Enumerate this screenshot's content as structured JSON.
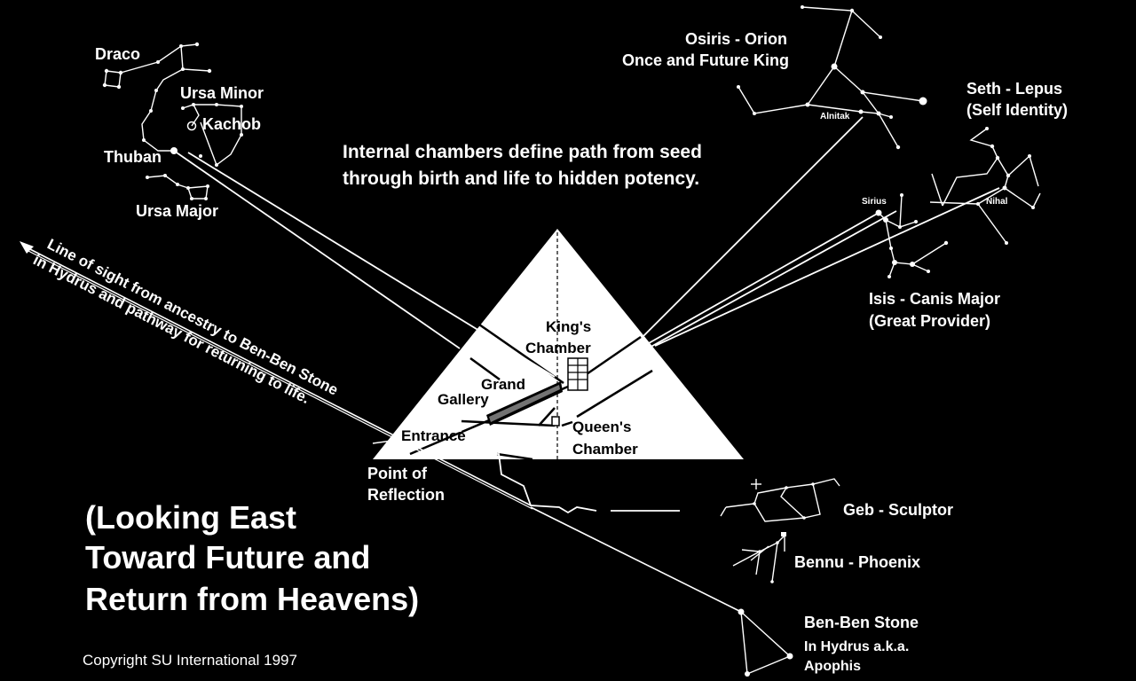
{
  "header": {
    "caption_line1": "Internal chambers define path from seed",
    "caption_line2": "through birth and life to hidden potency."
  },
  "constellations": {
    "draco": "Draco",
    "ursa_minor": "Ursa Minor",
    "kachob": "Kachob",
    "thuban": "Thuban",
    "ursa_major": "Ursa Major",
    "osiris_line1": "Osiris - Orion",
    "osiris_line2": "Once and Future King",
    "alnitak": "Alnitak",
    "seth_line1": "Seth - Lepus",
    "seth_line2": "(Self Identity)",
    "sirius": "Sirius",
    "nihal": "Nihal",
    "isis_line1": "Isis - Canis Major",
    "isis_line2": "(Great Provider)",
    "geb": "Geb - Sculptor",
    "bennu": "Bennu - Phoenix",
    "benben_line1": "Ben-Ben Stone",
    "benben_line2": "In Hydrus a.k.a.",
    "benben_line3": "Apophis"
  },
  "pyramid": {
    "kings_line1": "King's",
    "kings_line2": "Chamber",
    "grand": "Grand",
    "gallery": "Gallery",
    "queens_line1": "Queen's",
    "queens_line2": "Chamber",
    "entrance": "Entrance"
  },
  "sightline": {
    "line1": "Line of sight from ancestry to Ben-Ben Stone",
    "line2": "in Hydrus and pathway for returning to life."
  },
  "reflection": {
    "line1": "Point of",
    "line2": "Reflection"
  },
  "footer": {
    "looking_line1": "(Looking East",
    "looking_line2": "Toward Future and",
    "looking_line3": "Return from Heavens)",
    "copyright": "Copyright SU International 1997"
  }
}
